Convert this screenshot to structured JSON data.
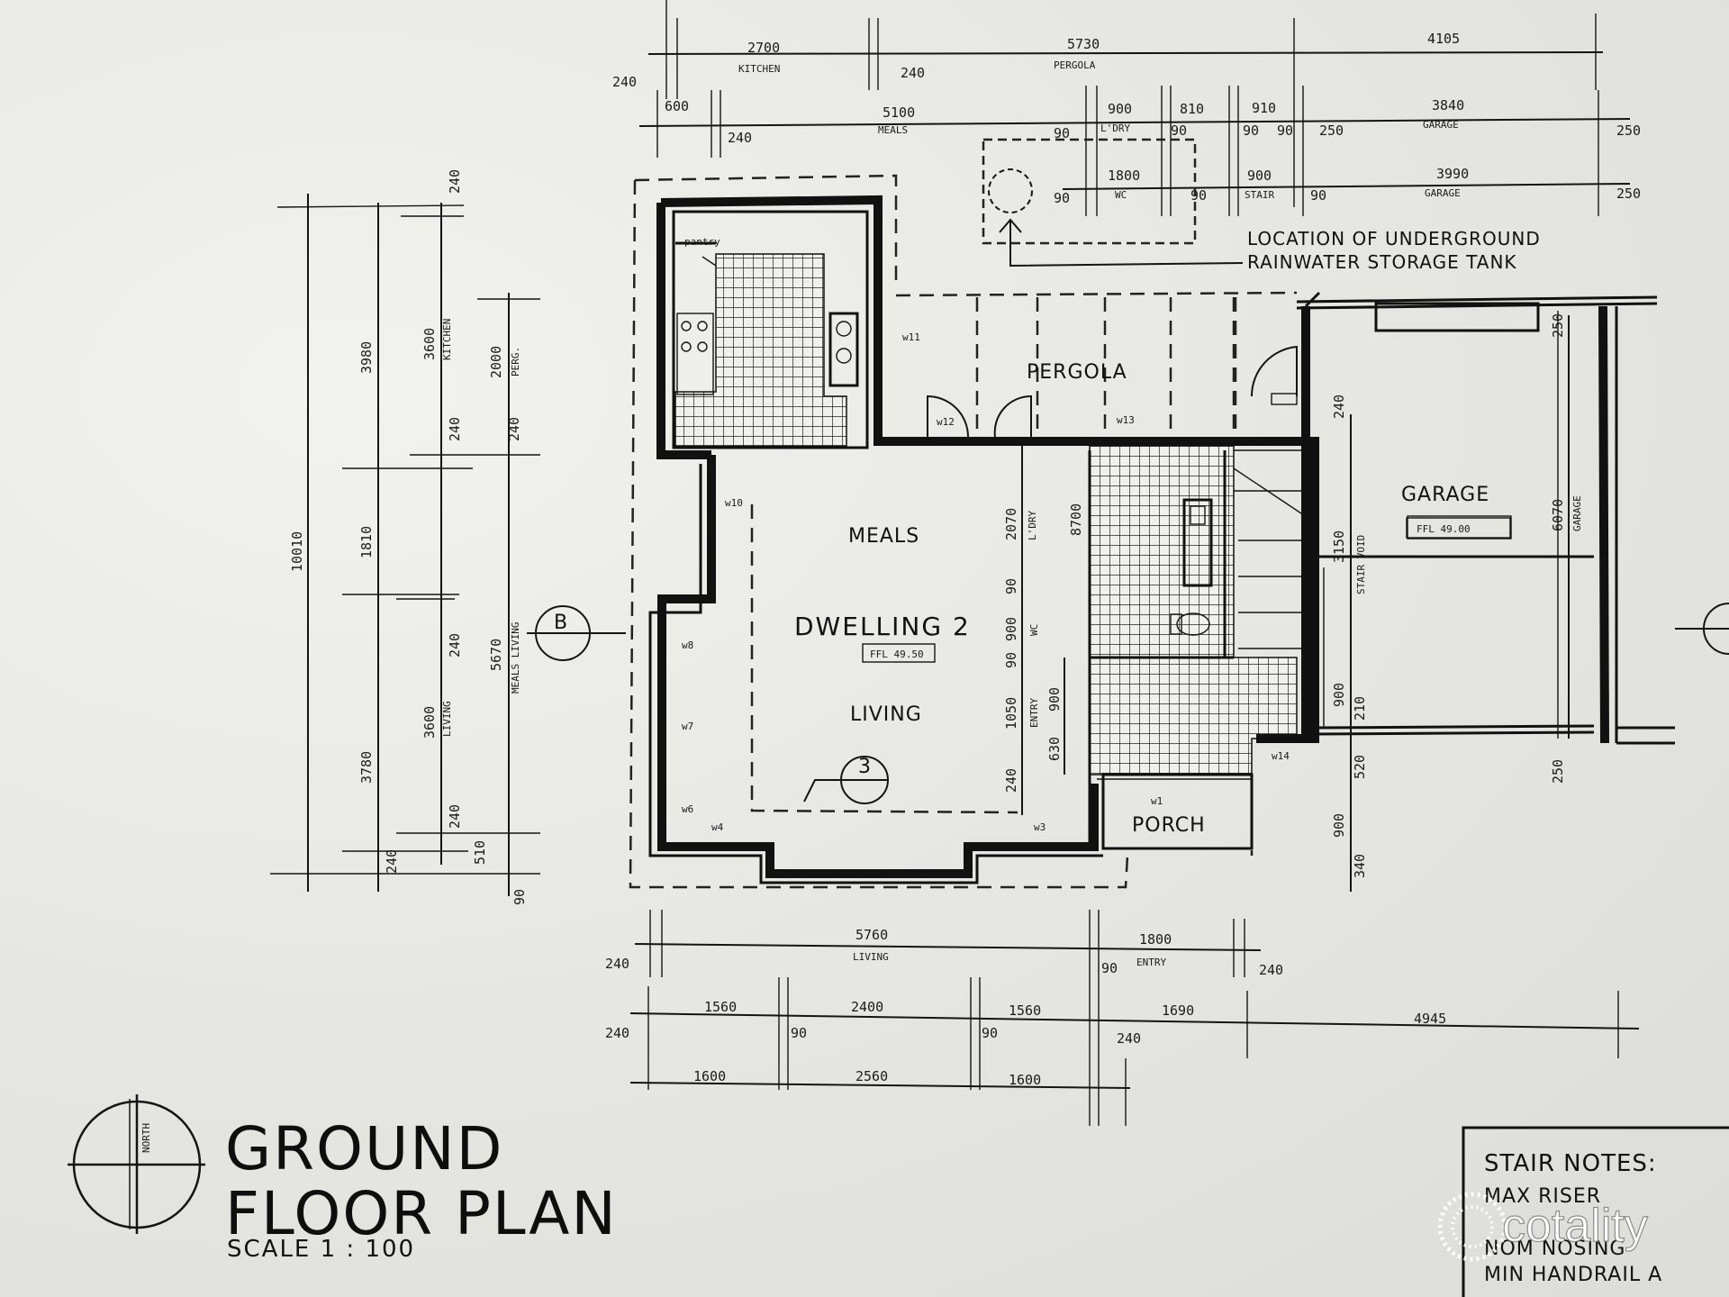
{
  "plan": {
    "title_line1": "GROUND",
    "title_line2": "FLOOR PLAN",
    "scale": "SCALE 1 : 100",
    "north_label": "NORTH"
  },
  "rooms": {
    "meals": "MEALS",
    "dwelling": "DWELLING 2",
    "ffl_dwelling": "FFL 49.50",
    "living": "LIVING",
    "pergola_room": "PERGOLA",
    "garage": "GARAGE",
    "ffl_garage": "FFL 49.00",
    "porch": "PORCH",
    "pantry": "pantry"
  },
  "annotation": {
    "tank_line1": "LOCATION OF UNDERGROUND",
    "tank_line2": "RAINWATER STORAGE TANK"
  },
  "section_marks": {
    "b": "B",
    "three": "3"
  },
  "windows": [
    "w11",
    "w12",
    "w13",
    "w10",
    "w8",
    "w7",
    "w6",
    "w4",
    "w3",
    "w1",
    "w14"
  ],
  "stair_notes": {
    "heading": "STAIR NOTES:",
    "line1": "MAX RISER",
    "line2": "NOM NOSING",
    "line3": "MIN HANDRAIL A"
  },
  "watermark": "cotality",
  "dims_top": {
    "row1": [
      "240",
      "2700",
      "KITCHEN",
      "240",
      "5730",
      "PERGOLA",
      "4105"
    ],
    "row2": [
      "600",
      "240",
      "5100",
      "MEALS",
      "90",
      "900",
      "L'DRY",
      "810",
      "90",
      "90",
      "910",
      "90",
      "250",
      "3840",
      "GARAGE",
      "250"
    ],
    "row3": [
      "90",
      "1800",
      "WC",
      "90",
      "900",
      "STAIR",
      "90",
      "3990",
      "GARAGE",
      "250"
    ]
  },
  "dims_left": [
    "240",
    "3980",
    "3600",
    "KITCHEN",
    "2000",
    "PERG.",
    "240",
    "240",
    "1810",
    "10010",
    "5670",
    "MEALS LIVING",
    "240",
    "3780",
    "3600",
    "LIVING",
    "240",
    "510",
    "240",
    "90"
  ],
  "dims_right": [
    "240",
    "2070",
    "L'DRY",
    "8700",
    "90",
    "900",
    "WC",
    "90",
    "1050",
    "ENTRY",
    "900",
    "630",
    "240",
    "3150",
    "STAIR VOID",
    "6070",
    "GARAGE",
    "250",
    "900",
    "210",
    "520",
    "900",
    "340",
    "250"
  ],
  "dims_bottom": {
    "row1": [
      "240",
      "5760",
      "LIVING",
      "90",
      "1800",
      "ENTRY",
      "240"
    ],
    "row2": [
      "240",
      "1560",
      "90",
      "2400",
      "90",
      "1560",
      "240",
      "1690",
      "4945"
    ],
    "row3": [
      "1600",
      "2560",
      "1600"
    ]
  }
}
